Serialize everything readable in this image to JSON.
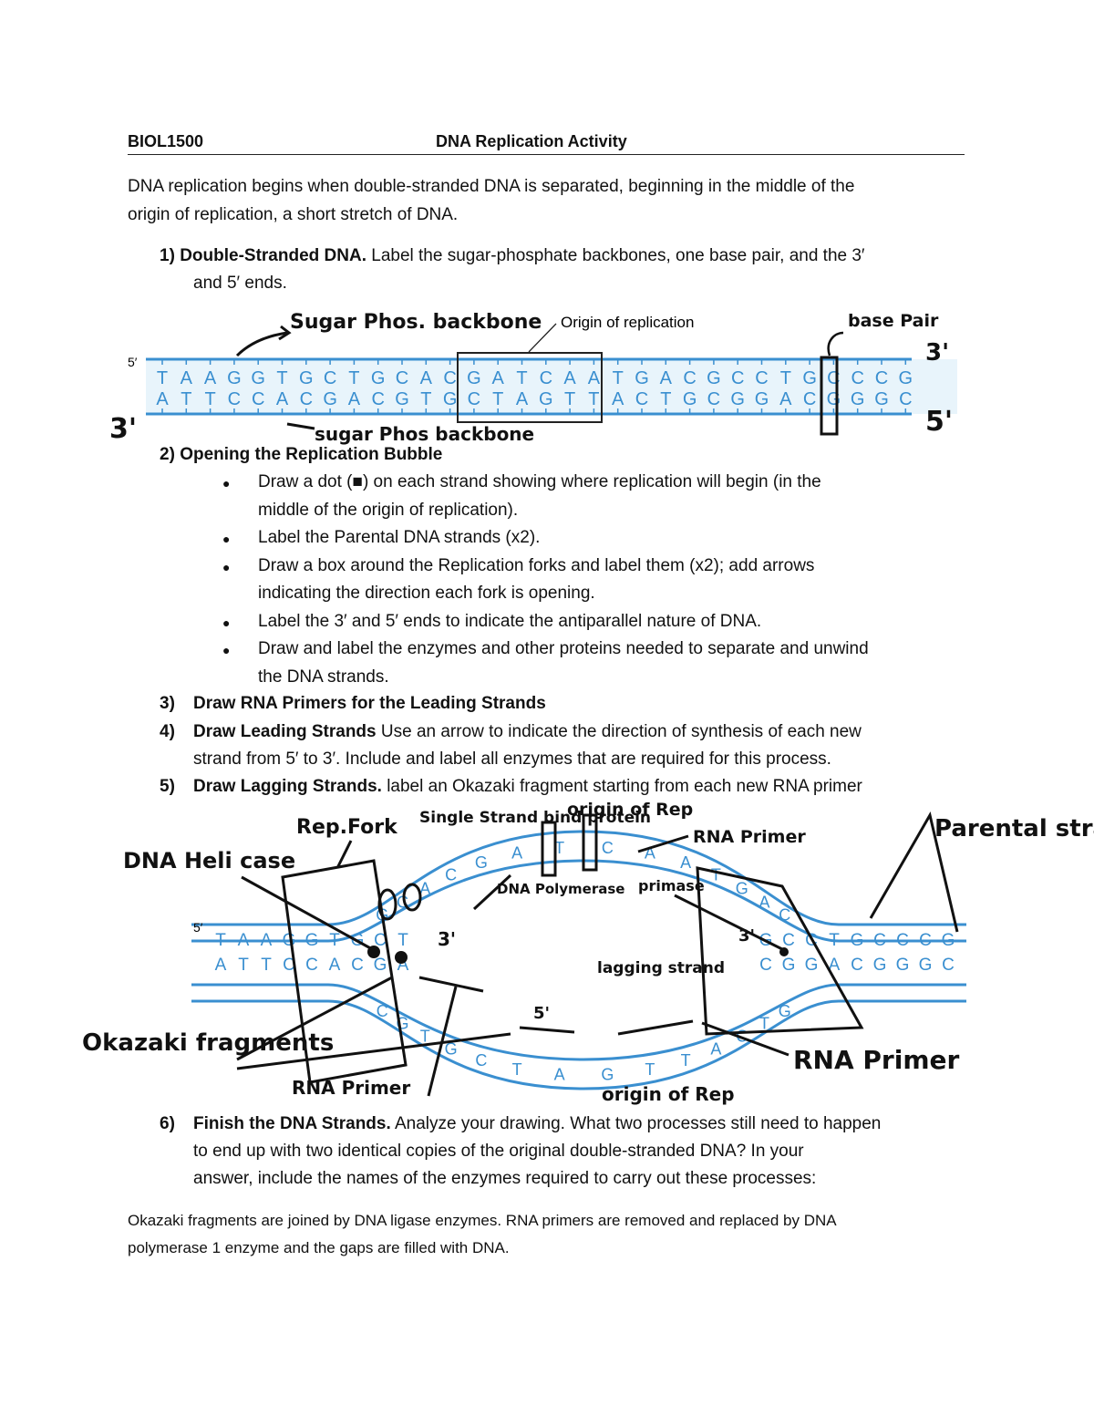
{
  "header": {
    "course": "BIOL1500",
    "title": "DNA Replication Activity"
  },
  "intro": {
    "line1": "DNA replication begins when double-stranded DNA is separated, beginning in the middle of the",
    "line2": "origin of replication, a short stretch of DNA."
  },
  "q1": {
    "number": "1)",
    "title": "Double-Stranded DNA.",
    "text1": "Label the sugar-phosphate backbones, one base pair, and the 3′",
    "text2": "and 5′ ends."
  },
  "figure1": {
    "end_5": "5′",
    "origin_label": "Origin of replication",
    "top_strand": [
      "T",
      "A",
      "A",
      "G",
      "G",
      "T",
      "G",
      "C",
      "T",
      "G",
      "C",
      "A",
      "C",
      "G",
      "A",
      "T",
      "C",
      "A",
      "A",
      "T",
      "G",
      "A",
      "C",
      "G",
      "C",
      "C",
      "T",
      "G",
      "C",
      "C",
      "C",
      "G"
    ],
    "bottom_strand": [
      "A",
      "T",
      "T",
      "C",
      "C",
      "A",
      "C",
      "G",
      "A",
      "C",
      "G",
      "T",
      "G",
      "C",
      "T",
      "A",
      "G",
      "T",
      "T",
      "A",
      "C",
      "T",
      "G",
      "C",
      "G",
      "G",
      "A",
      "C",
      "G",
      "G",
      "G",
      "C"
    ],
    "handwriting": {
      "top_backbone": "Sugar Phos. backbone",
      "base_pair": "base Pair",
      "bottom_backbone": "sugar Phos backbone",
      "left_end": "3'",
      "right_top_end": "3'",
      "right_bottom_end": "5'"
    }
  },
  "q2": {
    "number": "2)",
    "title": "Opening the Replication Bubble",
    "bullets": [
      "Draw a dot (■) on each strand showing where replication will begin (in the",
      "middle of the origin of replication).",
      "Label the Parental DNA strands (x2).",
      "Draw a box around the Replication forks and label them (x2); add arrows",
      "indicating the direction each fork is opening.",
      "Label the 3′ and 5′ ends to indicate the antiparallel nature of DNA.",
      "Draw and label the enzymes and other proteins needed to separate and unwind",
      "the DNA strands."
    ]
  },
  "q3": {
    "number": "3)",
    "title": "Draw RNA Primers for the Leading Strands"
  },
  "q4": {
    "number": "4)",
    "title": "Draw Leading Strands",
    "text1": "Use an arrow to indicate the direction of synthesis of each new",
    "text2": "strand from 5′ to 3′. Include and label all enzymes that are required for this process."
  },
  "q5": {
    "number": "5)",
    "title": "Draw Lagging Strands.",
    "text": "label an Okazaki fragment starting from each new RNA primer"
  },
  "figure2": {
    "end_5": "5′",
    "left_top": [
      "T",
      "A",
      "A",
      "G",
      "G",
      "T",
      "G",
      "C",
      "T"
    ],
    "left_bottom": [
      "A",
      "T",
      "T",
      "C",
      "C",
      "A",
      "C",
      "G",
      "A"
    ],
    "upper_arc": [
      "G",
      "C",
      "A",
      "C",
      "G",
      "A",
      "T",
      "C",
      "A",
      "A",
      "T",
      "G",
      "A",
      "C"
    ],
    "lower_arc": [
      "C",
      "G",
      "T",
      "G",
      "C",
      "T",
      "A",
      "G",
      "T",
      "T",
      "A",
      "C",
      "T",
      "G"
    ],
    "right_top": [
      "G",
      "C",
      "C",
      "T",
      "G",
      "C",
      "C",
      "C",
      "G"
    ],
    "right_bottom": [
      "C",
      "G",
      "G",
      "A",
      "C",
      "G",
      "G",
      "G",
      "C"
    ],
    "handwriting": {
      "dna_helicase": "DNA Heli case",
      "rep_fork": "Rep.Fork",
      "single_strand": "Single Strand bind protein",
      "origin_top": "origin of Rep",
      "rna_primer_top": "RNA Primer",
      "parental_strand": "Parental strand",
      "dna_polymerase": "DNA Polymerase",
      "primase": "primase",
      "lagging_strand": "lagging strand",
      "okazaki": "Okazaki fragments",
      "rna_primer_bottom_left": "RNA Primer",
      "origin_bottom": "origin of Rep",
      "rna_primer_bottom_right": "RNA Primer",
      "end_3": "3'",
      "end_5a": "5'",
      "end_3b": "3'"
    }
  },
  "q6": {
    "number": "6)",
    "title": "Finish the DNA Strands.",
    "text1": "Analyze your drawing. What two processes still need to happen",
    "text2": "to end up with two identical copies of the original double-stranded DNA? In your",
    "text3": "answer, include the names of the enzymes required to carry out these processes:"
  },
  "answer": {
    "line1": "Okazaki fragments are joined by DNA ligase enzymes. RNA primers are removed and replaced by DNA",
    "line2": "polymerase 1 enzyme and the gaps are filled with DNA."
  },
  "colors": {
    "strand": "#3a8fd0",
    "strand_fill": "#d9ecf8",
    "letters": "#3a8fd0",
    "ink": "#111111"
  }
}
